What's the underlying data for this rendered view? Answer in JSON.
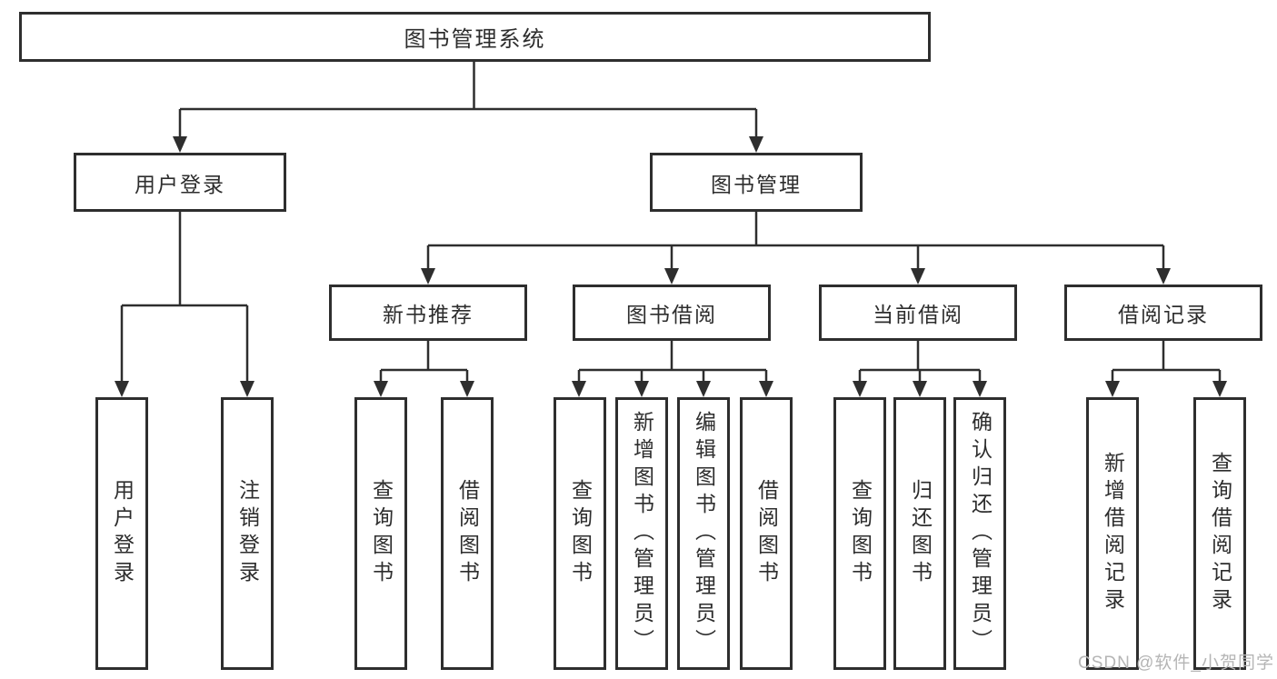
{
  "diagram": {
    "root": {
      "label": "图书管理系统"
    },
    "branches": {
      "user_login": {
        "label": "用户登录"
      },
      "book_management": {
        "label": "图书管理"
      }
    },
    "modules": {
      "new_book_recommend": {
        "label": "新书推荐"
      },
      "book_borrowing": {
        "label": "图书借阅"
      },
      "current_borrowing": {
        "label": "当前借阅"
      },
      "borrowing_records": {
        "label": "借阅记录"
      }
    },
    "leaves": {
      "user_login_login": {
        "label": "用户登录"
      },
      "user_login_logout": {
        "label": "注销登录"
      },
      "nb_query_books": {
        "label": "查询图书"
      },
      "nb_borrow_books": {
        "label": "借阅图书"
      },
      "bb_query_books": {
        "label": "查询图书"
      },
      "bb_add_books": {
        "label": "新增图书（管理员）"
      },
      "bb_edit_books": {
        "label": "编辑图书（管理员）"
      },
      "bb_borrow_books": {
        "label": "借阅图书"
      },
      "cb_query_books": {
        "label": "查询图书"
      },
      "cb_return_books": {
        "label": "归还图书"
      },
      "cb_confirm_return": {
        "label": "确认归还（管理员）"
      },
      "br_add_record": {
        "label": "新增借阅记录"
      },
      "br_query_record": {
        "label": "查询借阅记录"
      }
    }
  },
  "watermark": {
    "text": "CSDN @软件_小贺同学"
  },
  "colors": {
    "line": "#2e2e2e",
    "box_border": "#2e2e2e",
    "text": "#2d2d2d",
    "watermark": "#b5b5b5",
    "background": "#ffffff"
  }
}
